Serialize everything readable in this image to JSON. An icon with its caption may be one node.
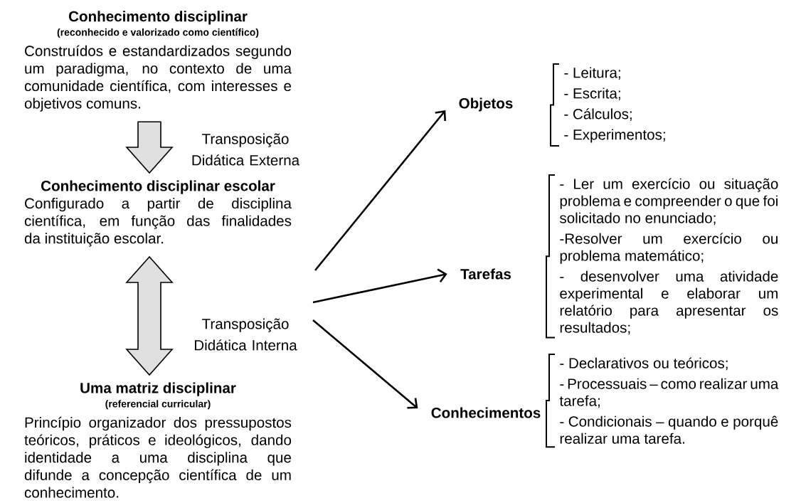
{
  "diagram": {
    "nodes": [
      {
        "text": [
          "Conhecimento disciplinar",
          "(reconhecido e valorizado como científico)",
          "Construídos e estandardizados segundo um paradigma, no contexto de uma comunidade científica, com interesses e objetivos comuns."
        ]
      },
      {
        "text": [
          "Conhecimento disciplinar escolar",
          "Configurado a partir de disciplina científica, em função das finalidades da instituição escolar."
        ]
      },
      {
        "text": [
          "Uma matriz disciplinar",
          "(referencial curricular)",
          "Princípio organizador dos pressupostos teóricos, práticos e ideológicos, dando identidade a uma disciplina que difunde a concepção científica de um conhecimento."
        ]
      },
      {
        "text": [
          "Objetos"
        ],
        "beside": [
          "- Leitura;",
          "- Escrita;",
          "- Cálculos;",
          "- Experimentos;"
        ]
      },
      {
        "text": [
          "Tarefas"
        ],
        "beside": [
          "- Ler um exercício ou situação problema e compreender o que foi solicitado no enunciado;",
          "-Resolver um exercício ou problema matemático;",
          "- desenvolver uma atividade experimental e elaborar um relatório para apresentar os resultados;"
        ]
      },
      {
        "text": [
          "Conhecimentos"
        ],
        "beside": [
          "- Declarativos ou teóricos;",
          "- Processuais – como realizar uma tarefa;",
          "- Condicionais – quando e porquê realizar uma tarefa."
        ]
      }
    ],
    "edges": [
      {
        "from": 0,
        "to": 1,
        "arrow": "to",
        "label": "Transposição Didática Externa",
        "style": "thick"
      },
      {
        "from": 1,
        "to": 2,
        "arrow": "both",
        "label": "Transposição Didática Interna",
        "style": "thick"
      },
      {
        "from": null,
        "to": 3,
        "arrow": "to"
      },
      {
        "from": null,
        "to": 4,
        "arrow": "to"
      },
      {
        "from": null,
        "to": 5,
        "arrow": "to"
      }
    ]
  }
}
